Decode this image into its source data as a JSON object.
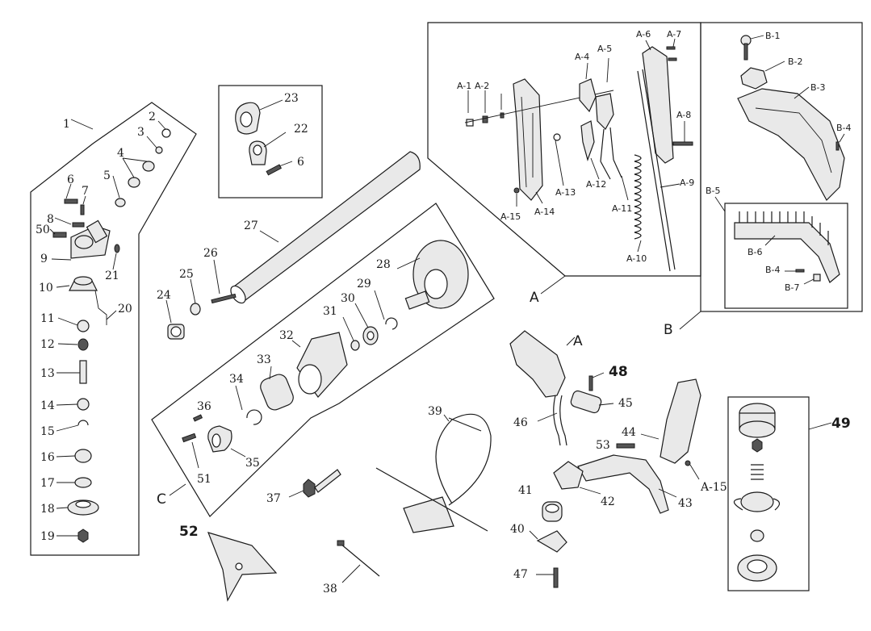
{
  "sections": {
    "A": "A",
    "B": "B",
    "C": "C"
  },
  "labels": {
    "p1": "1",
    "p2": "2",
    "p3": "3",
    "p4": "4",
    "p5": "5",
    "p6": "6",
    "p7": "7",
    "p8": "8",
    "p9": "9",
    "p10": "10",
    "p11": "11",
    "p12": "12",
    "p13": "13",
    "p14": "14",
    "p15": "15",
    "p16": "16",
    "p17": "17",
    "p18": "18",
    "p19": "19",
    "p20": "20",
    "p21": "21",
    "p50": "50",
    "p23": "23",
    "p22": "22",
    "p6b": "6",
    "p24": "24",
    "p25": "25",
    "p26": "26",
    "p27": "27",
    "p28": "28",
    "p29": "29",
    "p30": "30",
    "p31": "31",
    "p32": "32",
    "p33": "33",
    "p34": "34",
    "p35": "35",
    "p36": "36",
    "p51": "51",
    "p37": "37",
    "p38": "38",
    "p39": "39",
    "p40": "40",
    "p41": "41",
    "p42": "42",
    "p43": "43",
    "p44": "44",
    "p45": "45",
    "p46": "46",
    "p47": "47",
    "p48": "48",
    "p49": "49",
    "p52": "52",
    "p53": "53",
    "pA15b": "A-15",
    "pA": "A",
    "a1": "A-1",
    "a2": "A-2",
    "a4": "A-4",
    "a5": "A-5",
    "a6": "A-6",
    "a7": "A-7",
    "a8": "A-8",
    "a9": "A-9",
    "a10": "A-10",
    "a11": "A-11",
    "a12": "A-12",
    "a13": "A-13",
    "a14": "A-14",
    "a15": "A-15",
    "b1": "B-1",
    "b2": "B-2",
    "b3": "B-3",
    "b4": "B-4",
    "b5": "B-5",
    "b6": "B-6",
    "b4b": "B-4",
    "b7": "B-7"
  }
}
